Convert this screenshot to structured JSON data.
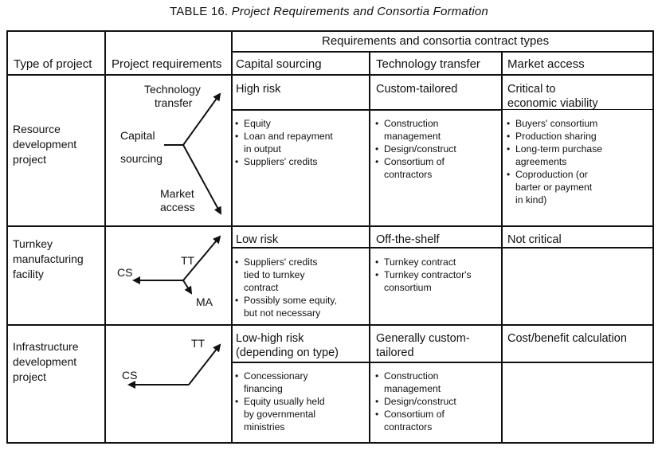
{
  "title": {
    "number": "TABLE 16.",
    "text": "Project Requirements and Consortia Formation"
  },
  "headers": {
    "group": "Requirements and consortia contract types",
    "type_of_project": "Type of project",
    "project_requirements": "Project requirements",
    "capital_sourcing": "Capital sourcing",
    "technology_transfer": "Technology transfer",
    "market_access": "Market access"
  },
  "rows": [
    {
      "type": [
        "Resource",
        "development",
        "project"
      ],
      "diagram": {
        "tt": [
          "Technology",
          "transfer"
        ],
        "cs": [
          "Capital",
          "sourcing"
        ],
        "ma": [
          "Market",
          "access"
        ]
      },
      "capital": {
        "head": [
          "High risk"
        ],
        "items": [
          [
            "Equity"
          ],
          [
            "Loan and repayment",
            "in output"
          ],
          [
            "Suppliers' credits"
          ]
        ]
      },
      "technology": {
        "head": [
          "Custom-tailored"
        ],
        "items": [
          [
            "Construction",
            "management"
          ],
          [
            "Design/construct"
          ],
          [
            "Consortium of",
            "contractors"
          ]
        ]
      },
      "market": {
        "head": [
          "Critical to",
          "economic viability"
        ],
        "items": [
          [
            "Buyers' consortium"
          ],
          [
            "Production sharing"
          ],
          [
            "Long-term purchase",
            "agreements"
          ],
          [
            "Coproduction (or",
            "barter or payment",
            "in kind)"
          ]
        ]
      }
    },
    {
      "type": [
        "Turnkey",
        "manufacturing",
        "facility"
      ],
      "diagram": {
        "tt": "TT",
        "cs": "CS",
        "ma": "MA"
      },
      "capital": {
        "head": [
          "Low risk"
        ],
        "items": [
          [
            "Suppliers' credits",
            "tied to turnkey",
            "contract"
          ],
          [
            "Possibly some equity,",
            "but not necessary"
          ]
        ]
      },
      "technology": {
        "head": [
          "Off-the-shelf"
        ],
        "items": [
          [
            "Turnkey contract"
          ],
          [
            "Turnkey contractor's",
            "consortium"
          ]
        ]
      },
      "market": {
        "head": [
          "Not critical"
        ],
        "items": []
      }
    },
    {
      "type": [
        "Infrastructure",
        "development",
        "project"
      ],
      "diagram": {
        "tt": "TT",
        "cs": "CS"
      },
      "capital": {
        "head": [
          "Low-high risk",
          "(depending on type)"
        ],
        "items": [
          [
            "Concessionary",
            "financing"
          ],
          [
            "Equity usually held",
            "by governmental",
            "ministries"
          ]
        ]
      },
      "technology": {
        "head": [
          "Generally custom-",
          "tailored"
        ],
        "items": [
          [
            "Construction",
            "management"
          ],
          [
            "Design/construct"
          ],
          [
            "Consortium of",
            "contractors"
          ]
        ]
      },
      "market": {
        "head": [
          "Cost/benefit calculation"
        ],
        "items": []
      }
    }
  ]
}
